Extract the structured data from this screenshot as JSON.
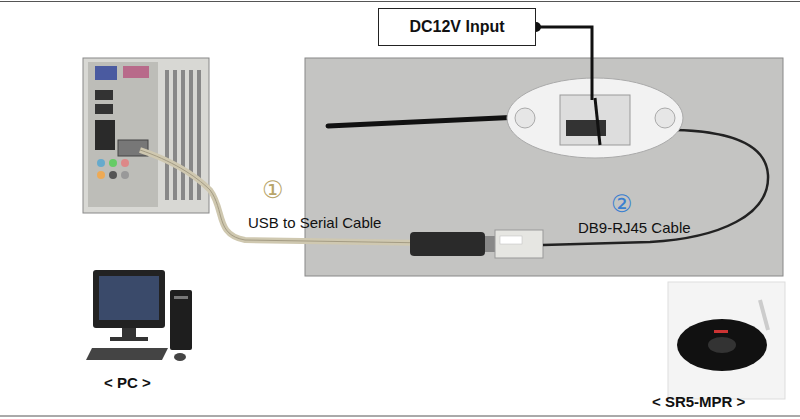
{
  "diagram": {
    "nodes": [
      {
        "text": [
          "DC12V Input"
        ]
      }
    ],
    "labels": [
      "①",
      "USB to Serial Cable",
      "②",
      "DB9-RJ45 Cable",
      "< PC >",
      "< SR5-MPR >"
    ]
  }
}
